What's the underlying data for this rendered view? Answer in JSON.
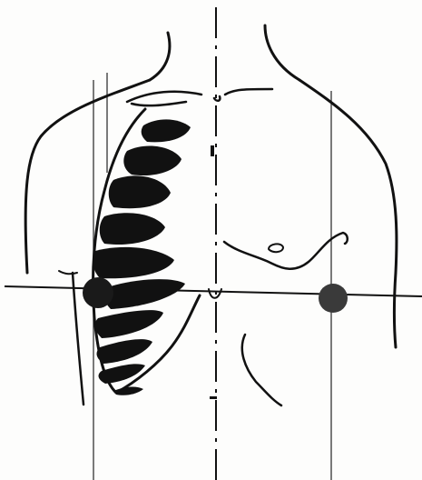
{
  "figure": {
    "subject": "chest-outline-with-ribs-and-measurement-markers",
    "colors": {
      "ink": "#111111",
      "marker_left": "#1a1a1a",
      "marker_right": "#3a3a3a",
      "paper": "#fdfdfc"
    },
    "markers": [
      {
        "name": "left-marker"
      },
      {
        "name": "right-marker"
      }
    ],
    "guide_lines": [
      "midline",
      "horizontal-line",
      "left-vertical-line",
      "left-inner-vertical-line",
      "right-vertical-line"
    ]
  }
}
